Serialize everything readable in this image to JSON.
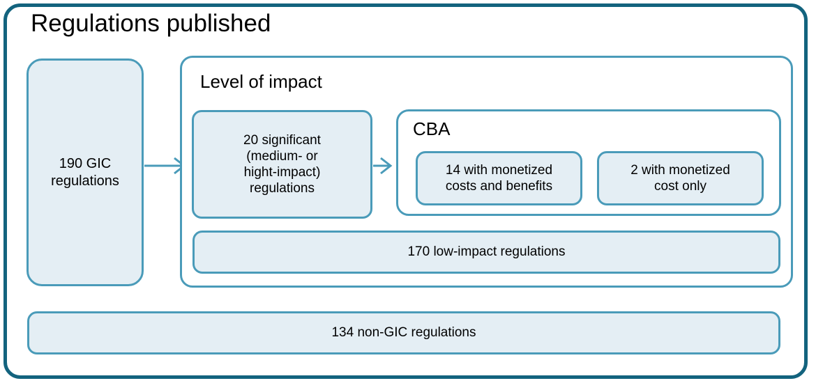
{
  "diagram": {
    "title": "Regulations published",
    "frame_border_color": "#13637e",
    "node_border_color": "#4a9bb9",
    "node_fill_color": "#e4eef4",
    "background_color": "#ffffff",
    "groups": {
      "level_of_impact": {
        "title": "Level of impact"
      },
      "cba": {
        "title": "CBA"
      }
    },
    "nodes": {
      "gic_regulations": {
        "line1": "190 GIC",
        "line2": "regulations",
        "value": 190
      },
      "significant_regulations": {
        "line1": "20 significant",
        "line2": "(medium- or",
        "line3": "hight-impact)",
        "line4": "regulations",
        "value": 20
      },
      "monetized_costs_and_benefits": {
        "line1": "14 with monetized",
        "line2": "costs and benefits",
        "value": 14
      },
      "monetized_cost_only": {
        "line1": "2 with monetized",
        "line2": "cost only",
        "value": 2
      },
      "low_impact_regulations": {
        "label": "170 low-impact regulations",
        "value": 170
      },
      "non_gic_regulations": {
        "label": "134 non-GIC regulations",
        "value": 134
      }
    },
    "arrows": [
      {
        "from": "gic_regulations",
        "to": "significant_regulations"
      },
      {
        "from": "significant_regulations",
        "to": "cba"
      }
    ]
  }
}
